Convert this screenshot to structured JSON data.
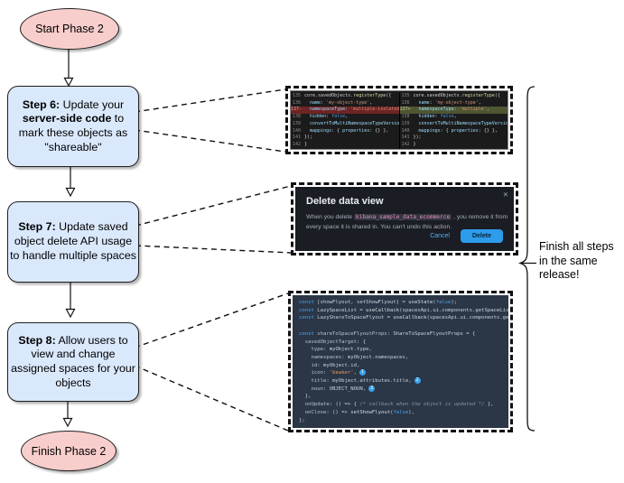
{
  "flowchart": {
    "start_label": "Start Phase 2",
    "finish_label": "Finish Phase 2",
    "steps": [
      {
        "id": "step-6",
        "segments": [
          {
            "t": "Step 6:",
            "b": true
          },
          {
            "t": " Update your ",
            "b": false
          },
          {
            "t": "server-side code",
            "b": true
          },
          {
            "t": " to mark these objects as \"shareable\"",
            "b": false
          }
        ]
      },
      {
        "id": "step-7",
        "segments": [
          {
            "t": "Step 7:",
            "b": true
          },
          {
            "t": " Update saved object delete API usage to handle multiple spaces",
            "b": false
          }
        ]
      },
      {
        "id": "step-8",
        "segments": [
          {
            "t": "Step 8:",
            "b": true
          },
          {
            "t": " Allow users to view and change assigned spaces for your objects",
            "b": false
          }
        ]
      }
    ],
    "note": "Finish all steps\nin the same\nrelease!"
  },
  "code_diff": {
    "left": {
      "lines": [
        {
          "n": "135",
          "t": "core.savedObjects.registerType({"
        },
        {
          "n": "136",
          "t": "  name: 'my-object-type',"
        },
        {
          "n": "137-",
          "t": "  namespaceType: 'multiple-isolated',",
          "hl": "removed"
        },
        {
          "n": "138",
          "t": "  hidden: false,"
        },
        {
          "n": "139",
          "t": "  convertToMultiNamespaceTypeVersion: '"
        },
        {
          "n": "140",
          "t": "  mappings: { properties: {} },"
        },
        {
          "n": "141",
          "t": "});"
        },
        {
          "n": "142",
          "t": "}"
        }
      ]
    },
    "right": {
      "lines": [
        {
          "n": "135",
          "t": "core.savedObjects.registerType({"
        },
        {
          "n": "136",
          "t": "  name: 'my-object-type',"
        },
        {
          "n": "137+",
          "t": "  namespaceType: 'multiple',",
          "hl": "added"
        },
        {
          "n": "138",
          "t": "  hidden: false,"
        },
        {
          "n": "139",
          "t": "  convertToMultiNamespaceTypeVersion: '"
        },
        {
          "n": "140",
          "t": "  mappings: { properties: {} },"
        },
        {
          "n": "141",
          "t": "});"
        },
        {
          "n": "142",
          "t": "}"
        }
      ]
    }
  },
  "dialog": {
    "title": "Delete data view",
    "body_before": "When you delete ",
    "code": "kibana_sample_data_ecommerce",
    "body_after": " , you remove it from every space it is shared in. You can't undo this action.",
    "cancel": "Cancel",
    "delete": "Delete",
    "close_icon": "✕"
  },
  "code_snippet": {
    "lines": [
      {
        "t": "const [showFlyout, setShowFlyout] = useState(false);"
      },
      {
        "t": "const LazySpaceList = useCallback(spacesApi.ui.components.getSpaceLis"
      },
      {
        "t": "const LazyShareToSpaceFlyout = useCallback(spacesApi.ui.components.ge"
      },
      {
        "t": ""
      },
      {
        "t": "const shareToSpaceFlyoutProps: ShareToSpaceFlyoutProps = {"
      },
      {
        "t": "  savedObjectTarget: {"
      },
      {
        "t": "    type: myObject.type,"
      },
      {
        "t": "    namespaces: myObject.namespaces,"
      },
      {
        "t": "    id: myObject.id,"
      },
      {
        "t": "    icon: 'beaker',",
        "badge": "1"
      },
      {
        "t": "    title: myObject.attributes.title,",
        "badge": "2"
      },
      {
        "t": "    noun: OBJECT_NOUN,",
        "badge": "3"
      },
      {
        "t": "  },"
      },
      {
        "t": "  onUpdate: () => { /* callback when the object is updated */ },"
      },
      {
        "t": "  onClose: () => setShowFlyout(false),"
      },
      {
        "t": "};"
      }
    ]
  },
  "colors": {
    "step_box_fill": "#dae8fc",
    "terminator_fill": "#f8cecc",
    "removed_line_bg": "#6e2424",
    "added_line_bg": "#4e5632",
    "delete_button": "#2d9ceb",
    "badge_blue": "#36a2ef",
    "dialog_bg": "#1b1d25",
    "snippet_bg": "#2b3646"
  }
}
